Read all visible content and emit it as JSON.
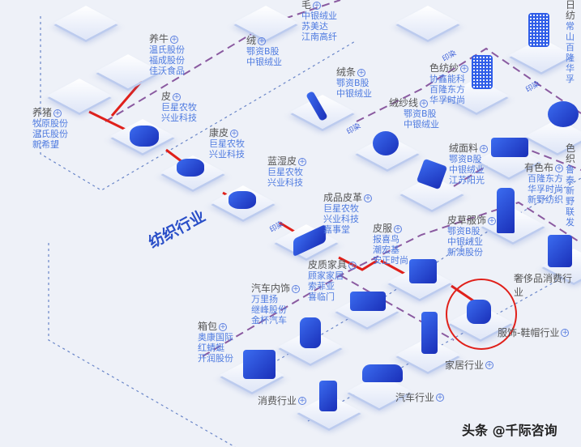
{
  "nodes": [
    {
      "id": "mao",
      "title": "毛",
      "companies": [
        "中银绒业",
        "苏美达",
        "江南高纤"
      ]
    },
    {
      "id": "yangniu",
      "title": "养牛",
      "companies": [
        "温氏股份",
        "福成股份",
        "佳沃食品"
      ]
    },
    {
      "id": "rong",
      "title": "绒",
      "companies": [
        "鄂资B股",
        "中银绒业"
      ]
    },
    {
      "id": "pi",
      "title": "皮",
      "companies": [
        "巨星农牧",
        "兴业科技"
      ]
    },
    {
      "id": "yangzhu",
      "title": "养猪",
      "companies": [
        "牧原股份",
        "温氏股份",
        "新希望"
      ]
    },
    {
      "id": "kangpi",
      "title": "康皮",
      "companies": [
        "巨星农牧",
        "兴业科技"
      ]
    },
    {
      "id": "lanshipi",
      "title": "蓝湿皮",
      "companies": [
        "巨星农牧",
        "兴业科技"
      ]
    },
    {
      "id": "rongtiao",
      "title": "绒条",
      "companies": [
        "鄂资B股",
        "中银绒业"
      ]
    },
    {
      "id": "rongshaxian",
      "title": "绒纱线",
      "companies": [
        "鄂资B股",
        "中银绒业"
      ]
    },
    {
      "id": "sefangsha",
      "title": "色纺纱",
      "companies": [
        "协鑫能科",
        "百隆东方",
        "华孚时尚"
      ]
    },
    {
      "id": "baifang",
      "title": "日纺",
      "companies": [
        "常山",
        "百隆",
        "华孚"
      ]
    },
    {
      "id": "sezhi",
      "title": "色织",
      "companies": [
        "鲁泰",
        "新野",
        "联发"
      ]
    },
    {
      "id": "rongmianliao",
      "title": "绒面料",
      "companies": [
        "鄂资B股",
        "中银绒业",
        "江苏阳光"
      ]
    },
    {
      "id": "youseibu",
      "title": "有色布",
      "companies": [
        "百隆东方",
        "华孚时尚",
        "新野纺织"
      ]
    },
    {
      "id": "chengpinpige",
      "title": "成品皮革",
      "companies": [
        "巨星农牧",
        "兴业科技",
        "嘉事堂"
      ]
    },
    {
      "id": "picaofushi",
      "title": "皮草服饰",
      "companies": [
        "鄂资B股",
        "中银绒业",
        "新澳股份"
      ]
    },
    {
      "id": "pifu",
      "title": "皮服",
      "companies": [
        "报喜鸟",
        "潮宏基",
        "安正时尚"
      ]
    },
    {
      "id": "pizhijiaju",
      "title": "皮质家具",
      "companies": [
        "顾家家居",
        "索菲亚",
        "喜临门"
      ]
    },
    {
      "id": "qicheneishi",
      "title": "汽车内饰",
      "companies": [
        "万里扬",
        "继峰股份",
        "金杯汽车"
      ]
    },
    {
      "id": "xiangbao",
      "title": "箱包",
      "companies": [
        "奥康国际",
        "红蜻蜓",
        "开润股份"
      ]
    }
  ],
  "industries": {
    "textile": "纺织行业",
    "luxury": "奢侈品消费行业",
    "apparel": "服饰-鞋帽行业",
    "home": "家居行业",
    "auto": "汽车行业",
    "consumer": "消费行业"
  },
  "tag": "印染",
  "watermark": "头条 @千际咨询",
  "colors": {
    "company": "#4f7be0",
    "accent": "#2a4fc8",
    "arrow": "#e0201a",
    "highlight": "#e0201a"
  }
}
